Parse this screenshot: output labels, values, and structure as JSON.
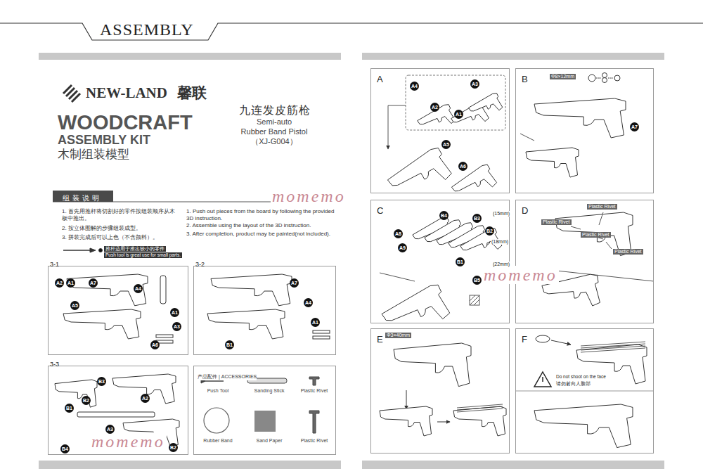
{
  "diagram": {
    "title": "ASSEMBLY",
    "nodes": [
      {
        "text": [
          "组装说明"
        ]
      },
      {
        "text": [
          "3-1"
        ]
      },
      {
        "text": [
          "3-2"
        ]
      },
      {
        "text": [
          "3-3"
        ]
      },
      {
        "text": [
          "产品配件 | ACCESSORIES"
        ]
      },
      {
        "text": [
          "A"
        ]
      },
      {
        "text": [
          "B"
        ]
      },
      {
        "text": [
          "C"
        ]
      },
      {
        "text": [
          "D"
        ]
      },
      {
        "text": [
          "E"
        ]
      },
      {
        "text": [
          "F"
        ]
      }
    ],
    "labels": [
      "NEW-LAND",
      "馨联",
      "WOODCRAFT",
      "ASSEMBLY KIT",
      "木制组装模型",
      "九连发皮筋枪",
      "Semi-auto",
      "Rubber Band Pistol",
      "（XJ-G004）",
      "1. 首先用推杆将切割好的零件按组装顺序从木板中推出。",
      "2. 按立体图解的步骤组装成型。",
      "3. 拼装完成后可以上色（不含颜料）。",
      "1. Push out pieces from the board by following the provided 3D instruction.",
      "2. Assemble using the layout of the 3D instruction.",
      "3. After completion, product may be painted(not included).",
      "推杆适用于推出较小的零件",
      "Push tool is great use for small parts.",
      "momemo",
      "momemo",
      "momemo",
      "A2",
      "A1",
      "A7",
      "A4",
      "A5",
      "A1",
      "A3",
      "A6",
      "A7",
      "A4",
      "A1",
      "B1",
      "B3",
      "B2",
      "B1",
      "A2",
      "A3",
      "B4",
      "B2",
      "Push Tool",
      "Sanding Stick",
      "Plastic Rivet",
      "Rubber Band",
      "Sand Paper",
      "Plastic Rivet",
      "A4",
      "A3",
      "A2",
      "A1",
      "A5",
      "A6",
      "Φ8×12mm",
      "A7",
      "A8",
      "A9",
      "B4",
      "B3",
      "B2",
      "B1",
      "B5",
      "(15mm)",
      "(18mm)",
      "(22mm)",
      "Plastic Rivet",
      "Plastic Rivet",
      "Plastic Rivet",
      "Plastic Rivet",
      "Φ3×40mm",
      "Do not shoot on the face",
      "请勿射向人脸部"
    ]
  }
}
